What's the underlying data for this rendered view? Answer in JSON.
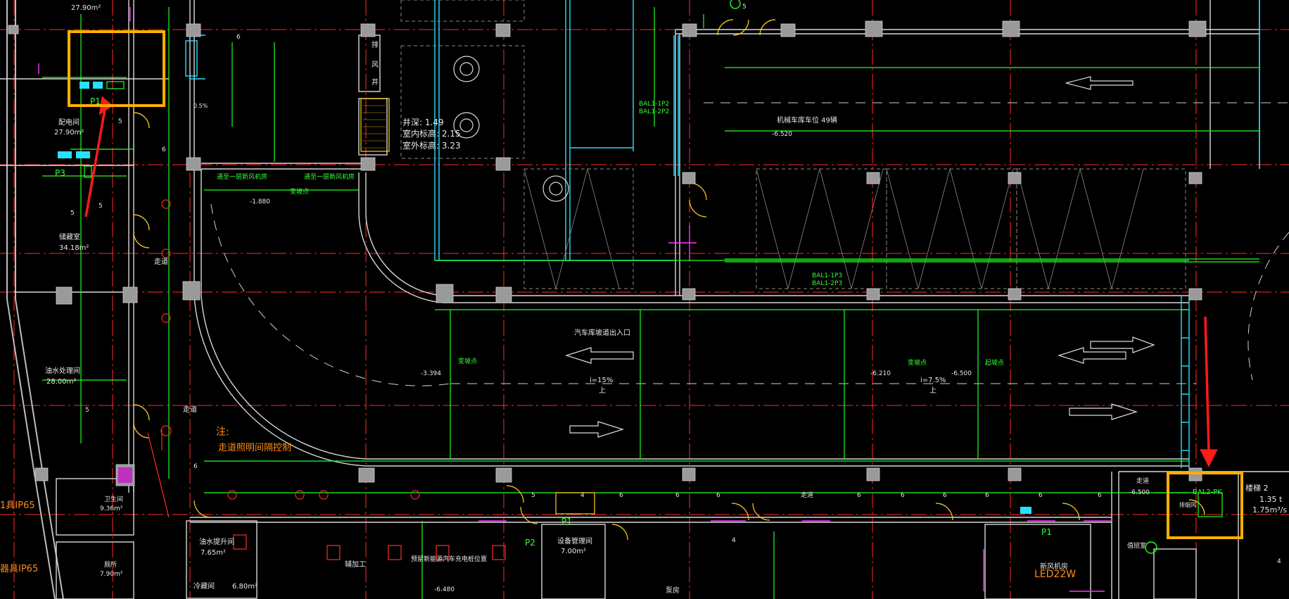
{
  "colors": {
    "background": "#000000",
    "axis_red": "#ff2a2a",
    "wall_white": "#d8d8d8",
    "cable_green": "#22ff22",
    "duct_cyan": "#29e0ff",
    "door_yellow": "#ffd21a",
    "magenta": "#ff33ff",
    "highlight_orange": "#ffb000",
    "arrow_red": "#ff1a1a",
    "column_gray": "#9a9a9a"
  },
  "labels": {
    "top_area": "27.90m²",
    "distribution_room": "配电间",
    "distribution_area": "27.90m²",
    "p1_left": "P1",
    "p3": "P3",
    "storage_room": "储藏室",
    "storage_area": "34.18m²",
    "corridor_left": "走道",
    "oil_room": "油水处理间",
    "oil_area": "28.00m²",
    "corridor_mid": "走道",
    "note_title": "注:",
    "note_body": "走道照明间隔控制",
    "ip65_a": "1具IP65",
    "ip65_b": "器具IP65",
    "shaft_a": "排",
    "shaft_b": "风",
    "shaft_c": "井",
    "well_depth": "井深: 1.49",
    "indoor_level": "室内标高: 2.15",
    "outdoor_level": "室外标高: 3.23",
    "ramp_entry": "汽车库坡道出入口",
    "slope_a": "i=15%",
    "slope_b": "i=7.5%",
    "up_a": "上",
    "up_b": "上",
    "change_pt_a": "变坡点",
    "change_pt_b": "变坡点",
    "change_pt_c": "变坡点",
    "change_pt_d": "起坡点",
    "elev_a": "-1.880",
    "elev_b": "-3.394",
    "elev_c": "-6.210",
    "elev_d": "-6.500",
    "elev_e": "-6.500",
    "elev_f": "-6.480",
    "level_top": "-6.520",
    "floor_link_a": "通至一层新风机房",
    "floor_link_b": "通至一层新风机房",
    "parking_info": "机械车库车位 49辆",
    "bal_a1": "BAL1-1P2",
    "bal_a2": "BAL1-2P2",
    "bal_b1": "BAL1-1P3",
    "bal_b2": "BAL1-2P3",
    "bal_right": "BAL2-PK",
    "stair2": "楼梯 2",
    "stair2_v1": "1.35 t",
    "stair2_v2": "1.75m³/s",
    "fresh_air": "新风机房",
    "led": "LED22W",
    "p1_right": "P1",
    "p2": "P2",
    "p1_mid": "P1",
    "equip_room": "设备管理间",
    "equip_area": "7.00m²",
    "oil_lift_room": "油水提升间",
    "oil_lift_area": "7.65m²",
    "aux": "辅加工",
    "note_mid": "预留新能源汽车充电桩位置",
    "pump_room": "泵房",
    "wc": "卫生间",
    "wc_area": "9.36m²",
    "toilet": "厕所",
    "toilet_area": "7.90m²",
    "cold_room": "冷藏间",
    "cold_area": "6.80m²",
    "duty_room": "值班室",
    "corridor_right": "走道",
    "corridor_far": "走道",
    "fan_label": "排烟风",
    "count_5": "5",
    "count_6": "6",
    "count_4": "4",
    "pct": "0.5%"
  }
}
